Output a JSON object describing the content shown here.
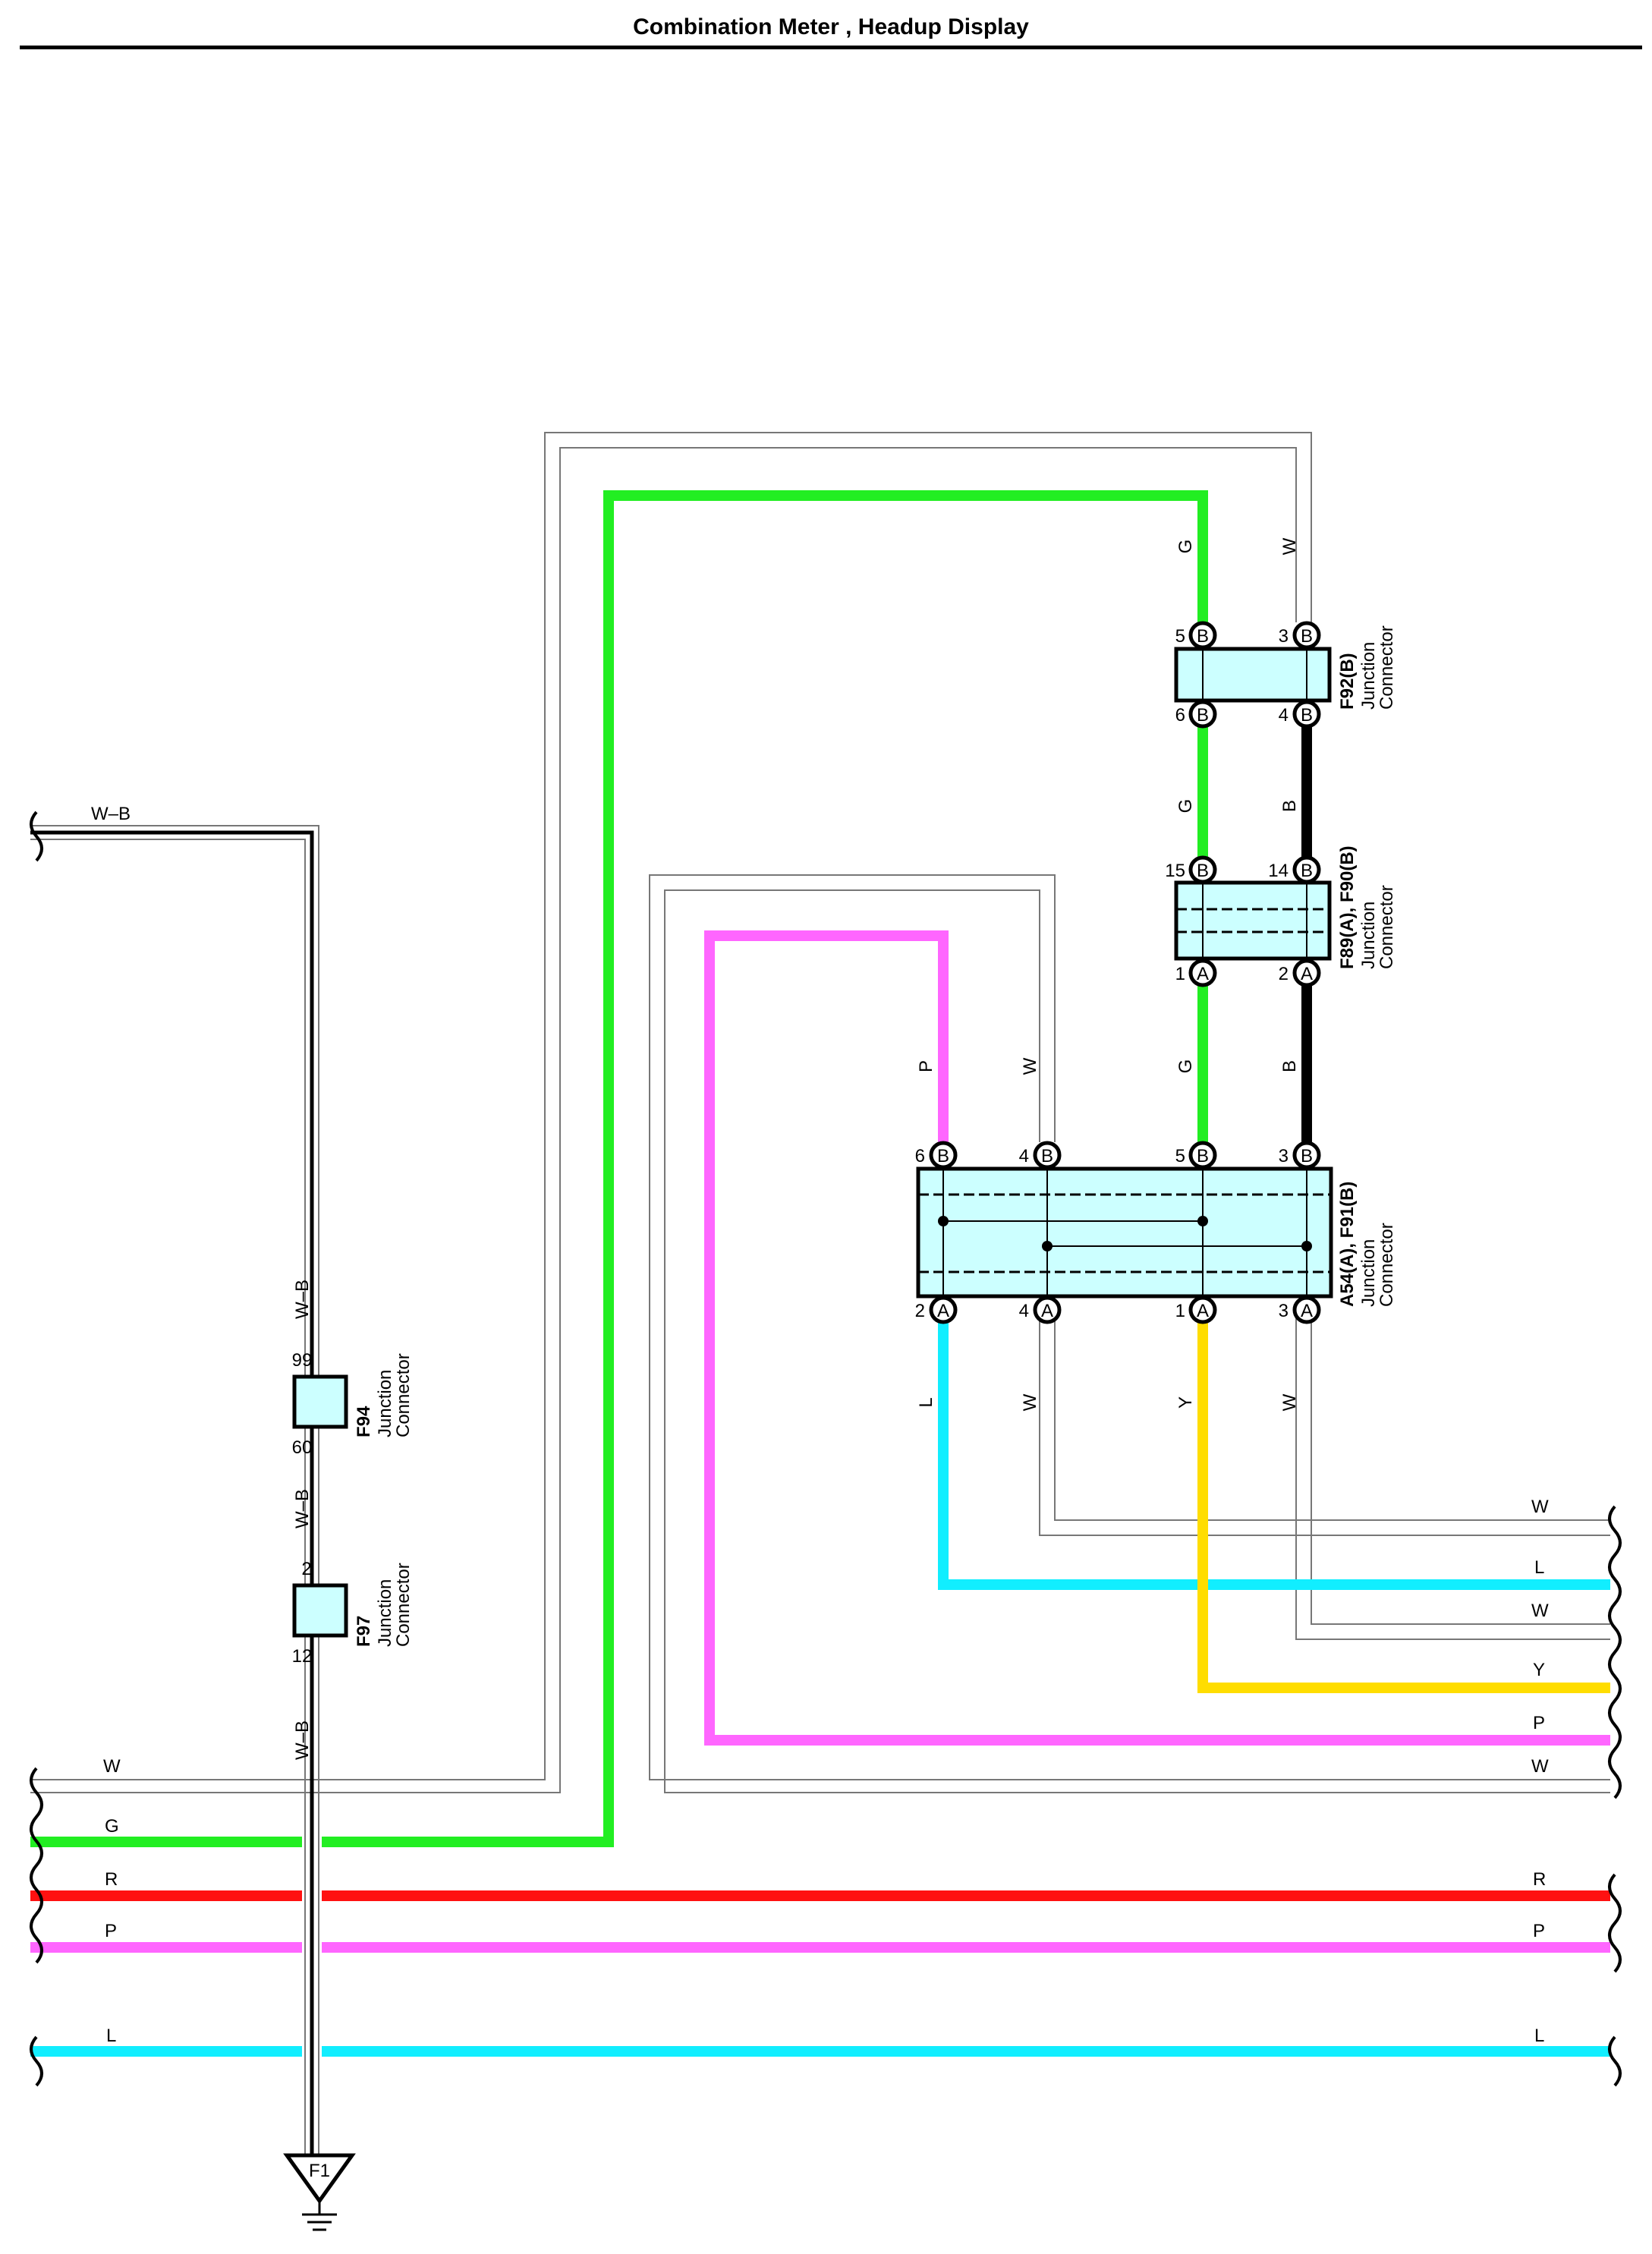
{
  "title": "Combination Meter , Headup Display",
  "colors": {
    "G": "#22ee22",
    "B": "#000000",
    "R": "#ff1111",
    "P": "#ff66ff",
    "L": "#11eeff",
    "Y": "#ffdd00",
    "W": "#777777",
    "connector_fill": "#ccffff"
  },
  "wire_labels": {
    "g_top": "G",
    "w_top": "W",
    "g_mid": "G",
    "b_mid": "B",
    "p_a54": "P",
    "w_a54": "W",
    "g_a54": "G",
    "b_a54": "B",
    "l_below": "L",
    "w_below": "W",
    "y_below": "Y",
    "w_below2": "W",
    "wb_left": "W–B",
    "wb_1": "W–B",
    "wb_2": "W–B",
    "wb_3": "W–B"
  },
  "edge_labels": {
    "left_w": "W",
    "left_g": "G",
    "left_r": "R",
    "left_p": "P",
    "left_l": "L",
    "right_w1": "W",
    "right_l1": "L",
    "right_w2": "W",
    "right_y": "Y",
    "right_p1": "P",
    "right_w3": "W",
    "right_r": "R",
    "right_p2": "P",
    "right_l2": "L"
  },
  "connectors": {
    "f92": {
      "name": "F92(B)",
      "type": "Junction",
      "sub": "Connector",
      "pins": {
        "p5": "5",
        "p3": "3",
        "p6": "6",
        "p4": "4"
      },
      "letters": {
        "p5": "B",
        "p3": "B",
        "p6": "B",
        "p4": "B"
      }
    },
    "f89": {
      "name": "F89(A), F90(B)",
      "type": "Junction",
      "sub": "Connector",
      "pins": {
        "p15": "15",
        "p14": "14",
        "p1": "1",
        "p2": "2"
      },
      "letters": {
        "p15": "B",
        "p14": "B",
        "p1": "A",
        "p2": "A"
      }
    },
    "a54": {
      "name": "A54(A), F91(B)",
      "type": "Junction",
      "sub": "Connector",
      "pins": {
        "t6": "6",
        "t4": "4",
        "t5": "5",
        "t3": "3",
        "b2": "2",
        "b4": "4",
        "b1": "1",
        "b3": "3"
      },
      "letters": {
        "t6": "B",
        "t4": "B",
        "t5": "B",
        "t3": "B",
        "b2": "A",
        "b4": "A",
        "b1": "A",
        "b3": "A"
      }
    },
    "f94": {
      "name": "F94",
      "type": "Junction",
      "sub": "Connector",
      "pins": {
        "top": "99",
        "bottom": "60"
      }
    },
    "f97": {
      "name": "F97",
      "type": "Junction",
      "sub": "Connector",
      "pins": {
        "top": "2",
        "bottom": "12"
      }
    }
  },
  "ground": {
    "label": "F1"
  }
}
